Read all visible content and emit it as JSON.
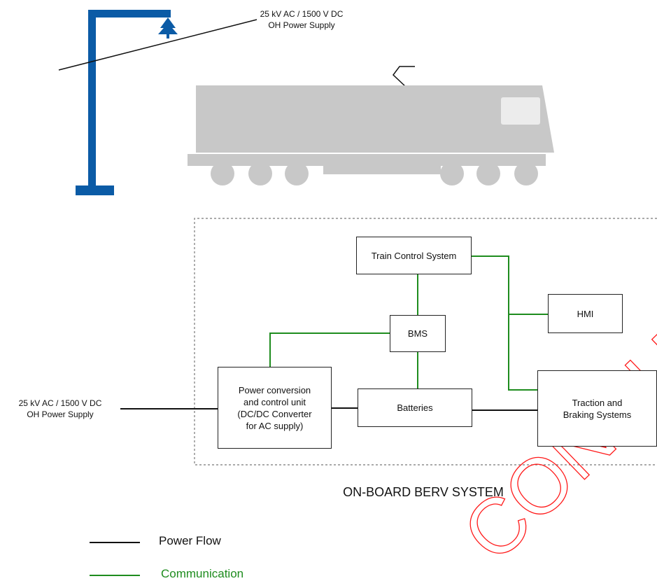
{
  "catenary": {
    "label": "25 kV AC / 1500 V DC\nOH Power Supply",
    "color": "#0b5ba6"
  },
  "train": {
    "color": "#c8c8c8"
  },
  "diagram": {
    "input_label": "25 kV AC / 1500 V DC\nOH Power Supply",
    "system_title": "ON-BOARD BERV SYSTEM",
    "boxes": {
      "train_control": "Train Control System",
      "hmi": "HMI",
      "bms": "BMS",
      "power_conversion": "Power conversion\nand control unit\n(DC/DC Converter\nfor AC supply)",
      "batteries": "Batteries",
      "traction": "Traction and\nBraking Systems"
    }
  },
  "legend": {
    "power_flow": {
      "label": "Power Flow",
      "color": "#111111"
    },
    "communication": {
      "label": "Communication",
      "color": "#1e8c1e"
    }
  },
  "watermark": {
    "text": "CONSU",
    "color": "#ff1a1a"
  }
}
